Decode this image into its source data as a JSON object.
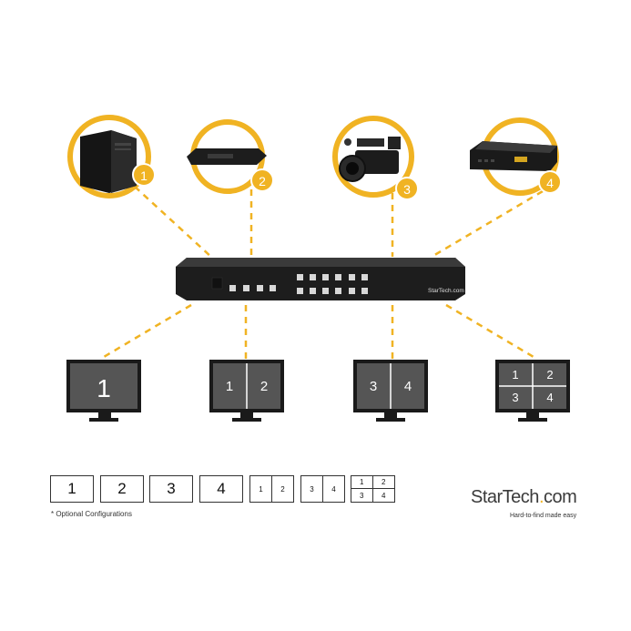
{
  "sources": [
    {
      "number": "1",
      "icon": "pc-tower-icon"
    },
    {
      "number": "2",
      "icon": "blu-ray-player-icon"
    },
    {
      "number": "3",
      "icon": "video-camera-icon"
    },
    {
      "number": "4",
      "icon": "set-top-box-icon"
    }
  ],
  "switcher": {
    "icon": "video-switcher-icon",
    "brand": "StarTech.com"
  },
  "displays": [
    {
      "cells": [
        "1"
      ]
    },
    {
      "cells": [
        "1",
        "2"
      ]
    },
    {
      "cells": [
        "3",
        "4"
      ]
    },
    {
      "cells": [
        "1",
        "2",
        "3",
        "4"
      ]
    }
  ],
  "configurations": {
    "single": [
      "1",
      "2",
      "3",
      "4"
    ],
    "dual": [
      [
        "1",
        "2"
      ],
      [
        "3",
        "4"
      ]
    ],
    "quad": [
      "1",
      "2",
      "3",
      "4"
    ]
  },
  "footnote": "* Optional Configurations",
  "logo": {
    "name": "StarTech",
    "dot": ".",
    "suffix": "com",
    "tagline": "Hard-to-find made easy"
  },
  "colors": {
    "accent": "#F0B323",
    "device": "#1a1a1a",
    "screen": "#555555"
  }
}
